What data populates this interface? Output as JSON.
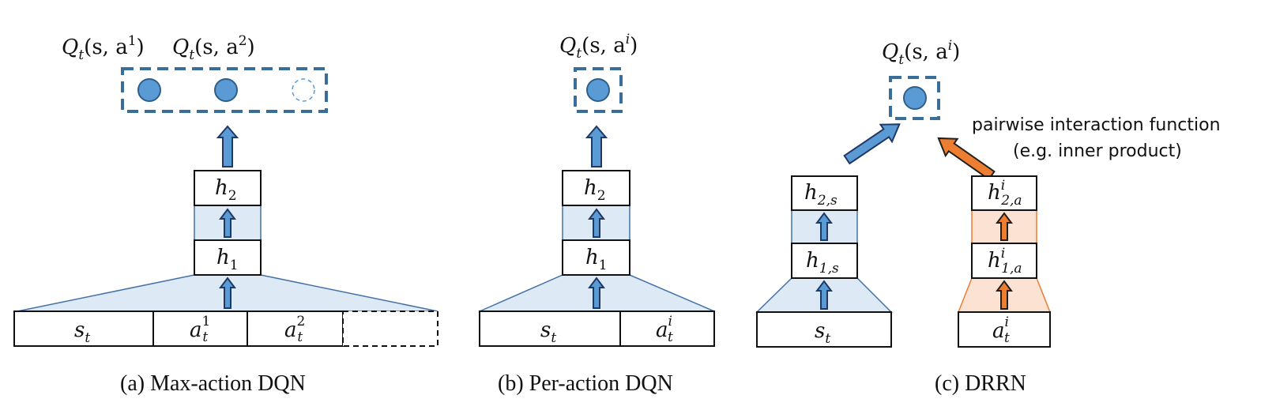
{
  "panel_a": {
    "q1": {
      "base": "Q",
      "sub": "t",
      "args": "(s, a",
      "sup": "1",
      "close": ")"
    },
    "q2": {
      "base": "Q",
      "sub": "t",
      "args": "(s, a",
      "sup": "2",
      "close": ")"
    },
    "h2": {
      "base": "h",
      "sub": "2"
    },
    "h1": {
      "base": "h",
      "sub": "1"
    },
    "input_s": {
      "base": "s",
      "sub": "t"
    },
    "input_a1": {
      "base": "a",
      "sup": "1",
      "sub": "t"
    },
    "input_a2": {
      "base": "a",
      "sup": "2",
      "sub": "t"
    },
    "caption": "(a)  Max-action DQN"
  },
  "panel_b": {
    "q": {
      "base": "Q",
      "sub": "t",
      "args": "(s, a",
      "sup": "i",
      "close": ")"
    },
    "h2": {
      "base": "h",
      "sub": "2"
    },
    "h1": {
      "base": "h",
      "sub": "1"
    },
    "input_s": {
      "base": "s",
      "sub": "t"
    },
    "input_a": {
      "base": "a",
      "sup": "i",
      "sub": "t"
    },
    "caption": "(b)  Per-action DQN"
  },
  "panel_c": {
    "q": {
      "base": "Q",
      "sub": "t",
      "args": "(s, a",
      "sup": "i",
      "close": ")"
    },
    "interaction_line1": "pairwise interaction function",
    "interaction_line2": "(e.g. inner product)",
    "h2s": {
      "base": "h",
      "sub": "2,s"
    },
    "h1s": {
      "base": "h",
      "sub": "1,s"
    },
    "input_s": {
      "base": "s",
      "sub": "t"
    },
    "h2a": {
      "base": "h",
      "sup": "i",
      "sub": "2,a"
    },
    "h1a": {
      "base": "h",
      "sup": "i",
      "sub": "1,a"
    },
    "input_a": {
      "base": "a",
      "sup": "i",
      "sub": "t"
    },
    "caption": "(c)  DRRN"
  },
  "colors": {
    "blue_fill": "#5b9bd5",
    "blue_band": "#dde9f5",
    "orange_fill": "#ed7d31",
    "orange_band": "#fbe2d2",
    "dashed_border": "#3a6e9a"
  }
}
